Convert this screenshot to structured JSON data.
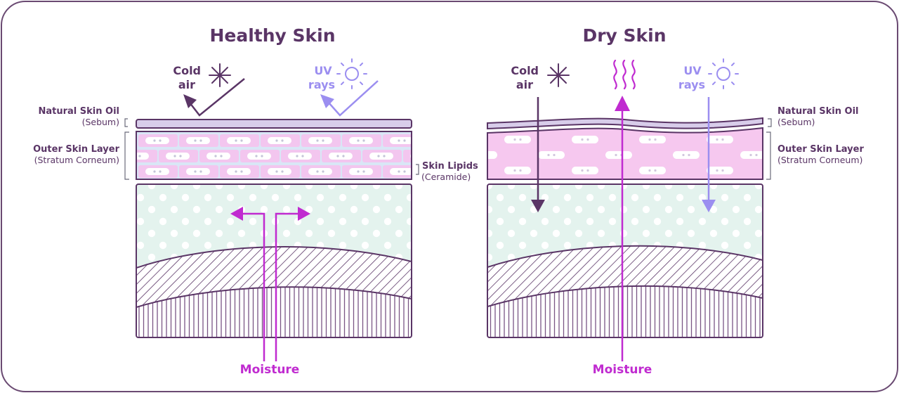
{
  "panels": {
    "healthy": {
      "title": "Healthy Skin"
    },
    "dry": {
      "title": "Dry Skin"
    }
  },
  "labels": {
    "oil_main": "Natural Skin Oil",
    "oil_sub": "(Sebum)",
    "outer_main": "Outer Skin Layer",
    "outer_sub": "(Stratum Corneum)",
    "lipids_main": "Skin Lipids",
    "lipids_sub": "(Ceramide)"
  },
  "forces": {
    "cold_line1": "Cold",
    "cold_line2": "air",
    "uv_line1": "UV",
    "uv_line2": "rays",
    "moisture": "Moisture"
  },
  "icons": [
    "snowflake-icon",
    "sun-icon",
    "heat-waves-icon"
  ],
  "colors": {
    "dark_purple": "#5a3566",
    "light_purple": "#9b8ef0",
    "magenta": "#c02bd0",
    "pink_layer": "#f6c8ef",
    "mint_layer": "#e4f3ee",
    "lavender_oil": "#d8cdea",
    "frame": "#6a4a72"
  }
}
